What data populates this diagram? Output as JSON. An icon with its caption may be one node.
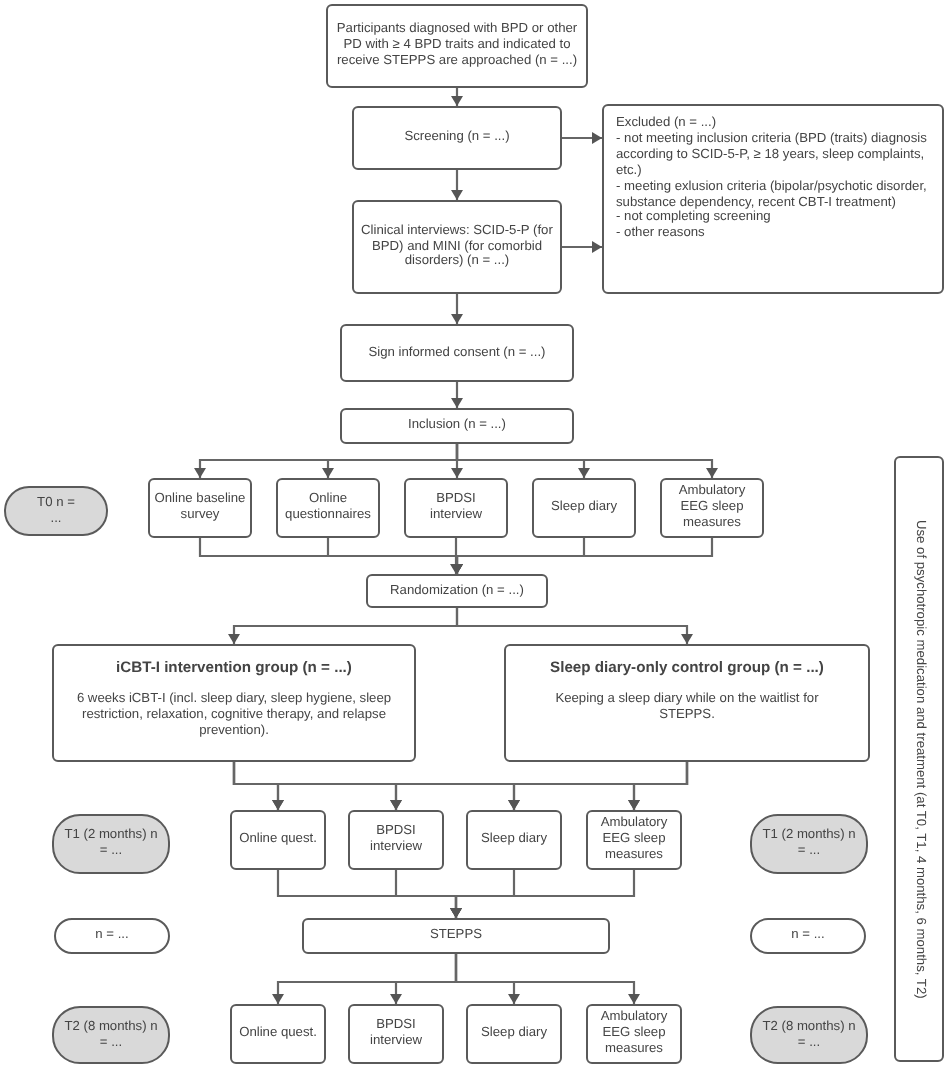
{
  "diagram": {
    "nodes": [
      {
        "text": [
          "Participants diagnosed with BPD or other PD with ≥ 4 BPD traits and indicated to receive STEPPS are approached (n = ...)"
        ]
      },
      {
        "text": [
          "Screening (n = ...)"
        ]
      },
      {
        "text": [
          "Excluded (n = ...)",
          "- not meeting inclusion criteria (BPD (traits) diagnosis according to SCID-5-P, ≥ 18 years, sleep complaints, etc.)",
          "- meeting exlusion criteria (bipolar/psychotic disorder, substance dependency, recent CBT-I treatment)",
          "- not completing screening",
          "- other reasons"
        ]
      },
      {
        "text": [
          "Clinical interviews: SCID-5-P (for BPD) and MINI (for comorbid disorders) (n = ...)"
        ]
      },
      {
        "text": [
          "Sign informed consent (n = ...)"
        ]
      },
      {
        "text": [
          "Inclusion (n = ...)"
        ]
      },
      {
        "text": [
          "T0 n = ..."
        ]
      },
      {
        "text": [
          "Online baseline survey"
        ]
      },
      {
        "text": [
          "Online questionnaires"
        ]
      },
      {
        "text": [
          "BPDSI interview"
        ]
      },
      {
        "text": [
          "Sleep diary"
        ]
      },
      {
        "text": [
          "Ambulatory EEG sleep measures"
        ]
      },
      {
        "text": [
          "Randomization (n = ...)"
        ]
      },
      {
        "text": [
          "iCBT-I intervention group (n = ...)",
          "6 weeks iCBT-I (incl. sleep diary, sleep hygiene, sleep restriction, relaxation, cognitive therapy, and relapse prevention)."
        ]
      },
      {
        "text": [
          "Sleep diary-only control group (n = ...)",
          "Keeping a sleep diary while on the waitlist for STEPPS."
        ]
      },
      {
        "text": [
          "T1 (2 months) n = ..."
        ]
      },
      {
        "text": [
          "Online quest."
        ]
      },
      {
        "text": [
          "BPDSI interview"
        ]
      },
      {
        "text": [
          "Sleep diary"
        ]
      },
      {
        "text": [
          "Ambulatory EEG sleep measures"
        ]
      },
      {
        "text": [
          "T1 (2 months) n = ..."
        ]
      },
      {
        "text": [
          "n = ..."
        ]
      },
      {
        "text": [
          "STEPPS"
        ]
      },
      {
        "text": [
          "n = ..."
        ]
      },
      {
        "text": [
          "T2 (8 months) n = ..."
        ]
      },
      {
        "text": [
          "Online quest."
        ]
      },
      {
        "text": [
          "BPDSI interview"
        ]
      },
      {
        "text": [
          "Sleep diary"
        ]
      },
      {
        "text": [
          "Ambulatory EEG sleep measures"
        ]
      },
      {
        "text": [
          "T2 (8 months) n = ..."
        ]
      },
      {
        "text": [
          "Use of psychotropic medication and treatment (at T0, T1, 4 months, 6 months, T2)"
        ]
      }
    ],
    "edges": [
      {
        "from": 0,
        "to": 1,
        "arrow": "to"
      },
      {
        "from": 1,
        "to": 2,
        "arrow": "to"
      },
      {
        "from": 1,
        "to": 3,
        "arrow": "to"
      },
      {
        "from": 3,
        "to": 2,
        "arrow": "to"
      },
      {
        "from": 3,
        "to": 4,
        "arrow": "to"
      },
      {
        "from": 4,
        "to": 5,
        "arrow": "to"
      },
      {
        "from": 5,
        "to": 7,
        "arrow": "to"
      },
      {
        "from": 5,
        "to": 8,
        "arrow": "to"
      },
      {
        "from": 5,
        "to": 9,
        "arrow": "to"
      },
      {
        "from": 5,
        "to": 10,
        "arrow": "to"
      },
      {
        "from": 5,
        "to": 11,
        "arrow": "to"
      },
      {
        "from": 7,
        "to": 12,
        "arrow": "to"
      },
      {
        "from": 8,
        "to": 12,
        "arrow": "to"
      },
      {
        "from": 9,
        "to": 12,
        "arrow": "to"
      },
      {
        "from": 10,
        "to": 12,
        "arrow": "to"
      },
      {
        "from": 11,
        "to": 12,
        "arrow": "to"
      },
      {
        "from": 12,
        "to": 13,
        "arrow": "to"
      },
      {
        "from": 12,
        "to": 14,
        "arrow": "to"
      },
      {
        "from": 13,
        "to": 16,
        "arrow": "to"
      },
      {
        "from": 13,
        "to": 17,
        "arrow": "to"
      },
      {
        "from": 13,
        "to": 18,
        "arrow": "to"
      },
      {
        "from": 13,
        "to": 19,
        "arrow": "to"
      },
      {
        "from": 14,
        "to": 16,
        "arrow": "to"
      },
      {
        "from": 14,
        "to": 17,
        "arrow": "to"
      },
      {
        "from": 14,
        "to": 18,
        "arrow": "to"
      },
      {
        "from": 14,
        "to": 19,
        "arrow": "to"
      },
      {
        "from": 16,
        "to": 22,
        "arrow": "to"
      },
      {
        "from": 17,
        "to": 22,
        "arrow": "to"
      },
      {
        "from": 18,
        "to": 22,
        "arrow": "to"
      },
      {
        "from": 19,
        "to": 22,
        "arrow": "to"
      },
      {
        "from": 22,
        "to": 25,
        "arrow": "to"
      },
      {
        "from": 22,
        "to": 26,
        "arrow": "to"
      },
      {
        "from": 22,
        "to": 27,
        "arrow": "to"
      },
      {
        "from": 22,
        "to": 28,
        "arrow": "to"
      }
    ]
  }
}
